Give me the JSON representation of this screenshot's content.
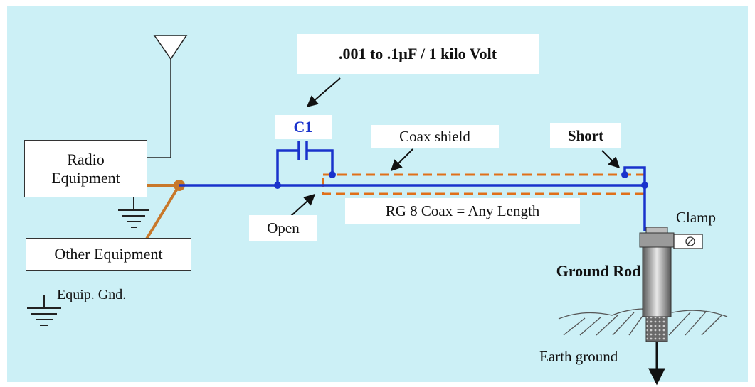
{
  "labels": {
    "radio_equipment": "Radio Equipment",
    "other_equipment": "Other Equipment",
    "capacitor_spec": ".001 to .1µF / 1 kilo Volt",
    "capacitor_id": "C1",
    "coax_shield": "Coax shield",
    "short": "Short",
    "open": "Open",
    "coax_type": "RG 8 Coax = Any Length",
    "clamp": "Clamp",
    "ground_rod": "Ground Rod",
    "equip_gnd": "Equip. Gnd.",
    "earth_ground": "Earth ground"
  },
  "colors": {
    "background": "#ccf0f6",
    "signal_wire": "#1a33cc",
    "shield": "#e0701a",
    "equipment_ground": "#c8782a",
    "capacitor_label": "#1a33cc"
  }
}
